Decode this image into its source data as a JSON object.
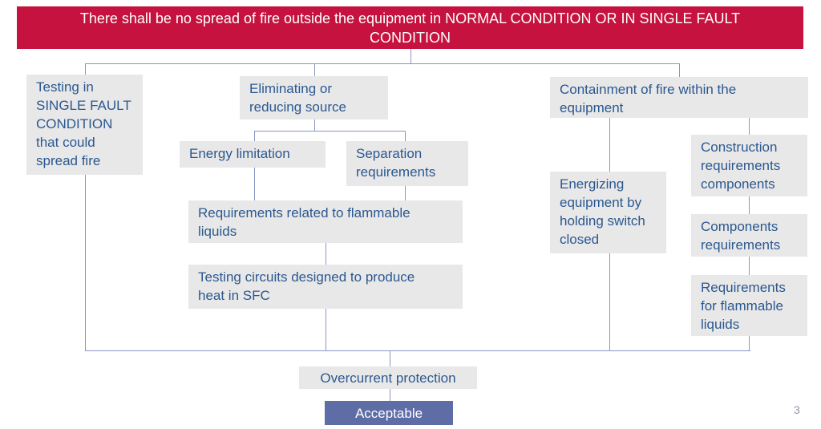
{
  "banner": {
    "lines": [
      "There shall be no spread of fire outside the equipment in NORMAL CONDITION OR IN SINGLE FAULT",
      "CONDITION"
    ],
    "full_text": "There shall be no spread of fire outside the equipment in NORMAL CONDITION OR IN SINGLE FAULT CONDITION"
  },
  "nodes": {
    "testing_sfc": [
      "Testing in",
      "SINGLE FAULT",
      "CONDITION",
      "that could",
      "spread fire"
    ],
    "eliminating": [
      "Eliminating or",
      "reducing source"
    ],
    "energy_limitation": "Energy limitation",
    "separation": [
      "Separation",
      "requirements"
    ],
    "req_flammable": [
      "Requirements related to flammable",
      "liquids"
    ],
    "testing_circuits": [
      "Testing circuits designed to produce",
      "heat in SFC"
    ],
    "containment": [
      "Containment of fire within the",
      "equipment"
    ],
    "energizing": [
      "Energizing",
      "equipment by",
      "holding switch",
      "closed"
    ],
    "construction": [
      "Construction",
      "requirements",
      "components"
    ],
    "components": [
      "Components",
      "requirements"
    ],
    "req_flammable_right": [
      "Requirements",
      "for flammable",
      "liquids"
    ],
    "overcurrent": "Overcurrent protection",
    "acceptable": "Acceptable"
  },
  "page_number": "3",
  "colors": {
    "banner_bg": "#c6123e",
    "banner_text": "#ffffff",
    "node_bg": "#e9e8e8",
    "node_text": "#2a5890",
    "accept_bg": "#5f6da6",
    "accept_text": "#ffffff",
    "connector": "#8b95c5",
    "page_number": "#8f96a6"
  }
}
